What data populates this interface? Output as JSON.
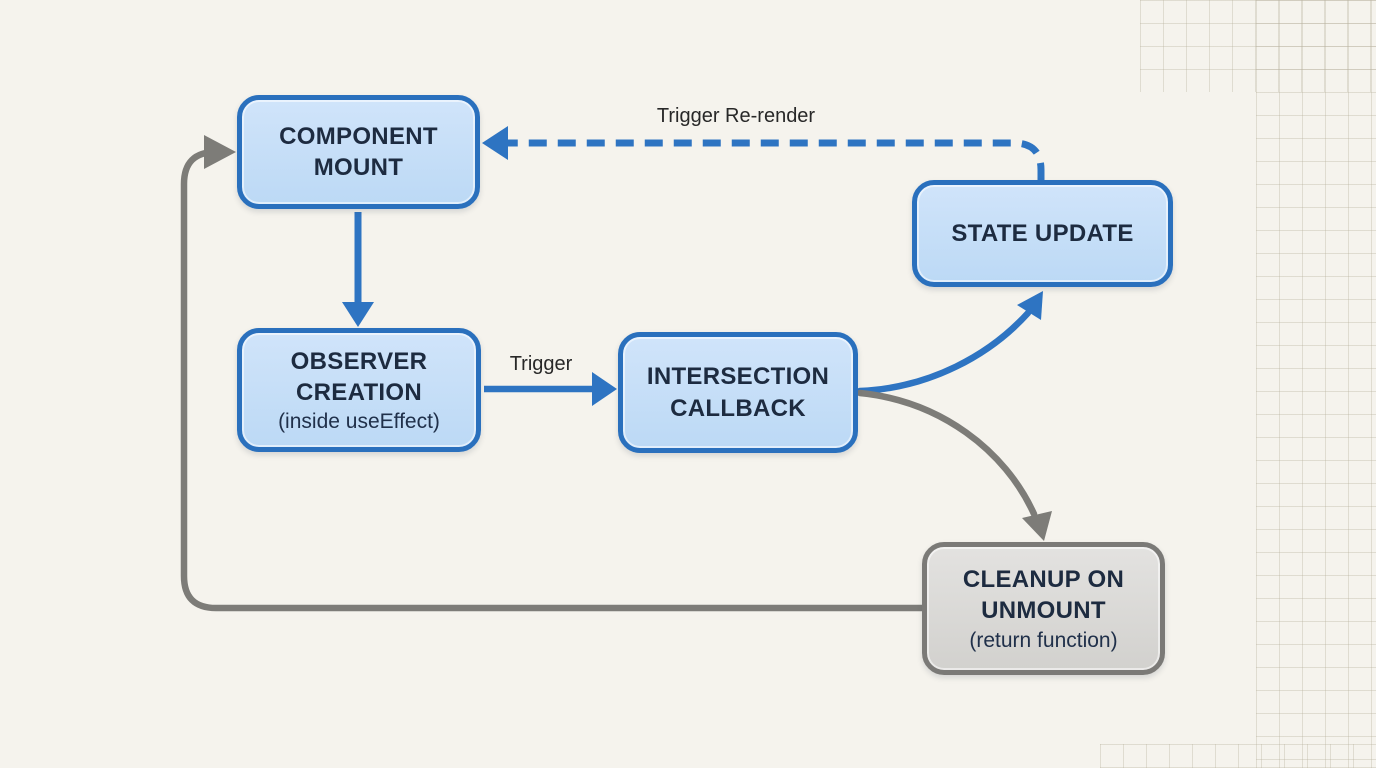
{
  "nodes": {
    "component_mount": {
      "title": "COMPONENT\nMOUNT"
    },
    "observer_creation": {
      "title": "OBSERVER\nCREATION",
      "subtitle": "(inside useEffect)"
    },
    "intersection_callback": {
      "title": "INTERSECTION\nCALLBACK"
    },
    "state_update": {
      "title": "STATE UPDATE"
    },
    "cleanup_unmount": {
      "title": "CLEANUP ON\nUNMOUNT",
      "subtitle": "(return function)"
    }
  },
  "edge_labels": {
    "trigger": "Trigger",
    "trigger_rerender": "Trigger Re-render"
  },
  "colors": {
    "background": "#f5f3ed",
    "grid_line": "#bab4a2",
    "node_blue_border": "#2a70bd",
    "node_blue_fill": "#c5def6",
    "node_gray_border": "#7b7a77",
    "node_gray_fill": "#d8d7d4",
    "arrow_blue": "#2e74c2",
    "arrow_gray": "#7d7c78",
    "node_text": "#1d2b40",
    "label_text": "#282828"
  }
}
